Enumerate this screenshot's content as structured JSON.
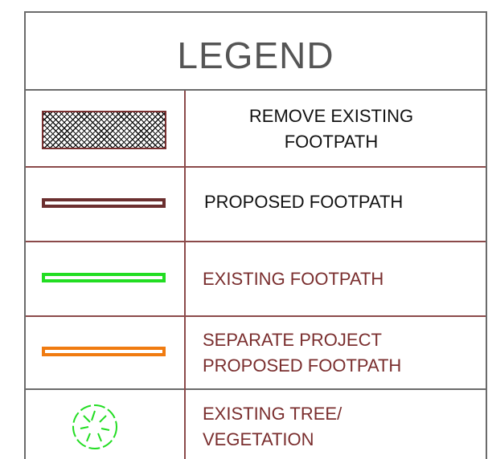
{
  "legend": {
    "title": "LEGEND",
    "rows": [
      {
        "symbol": "crosshatch-rectangle",
        "line1": "REMOVE EXISTING",
        "line2": "FOOTPATH"
      },
      {
        "symbol": "brown-outlined-bar",
        "line1": "PROPOSED FOOTPATH",
        "line2": ""
      },
      {
        "symbol": "green-outlined-bar",
        "line1": "EXISTING FOOTPATH",
        "line2": ""
      },
      {
        "symbol": "orange-outlined-bar",
        "line1": "SEPARATE PROJECT",
        "line2": "PROPOSED FOOTPATH"
      },
      {
        "symbol": "tree-icon",
        "line1": "EXISTING TREE/",
        "line2": "VEGETATION"
      }
    ]
  },
  "colors": {
    "frame": "#6b6b6b",
    "grid": "#8b4a4a",
    "proposed_footpath": "#6b2f2f",
    "existing_footpath": "#22dd22",
    "separate_project": "#f07b10",
    "tree": "#22dd22",
    "label_dark": "#111111",
    "label_red": "#7a2e2e"
  }
}
